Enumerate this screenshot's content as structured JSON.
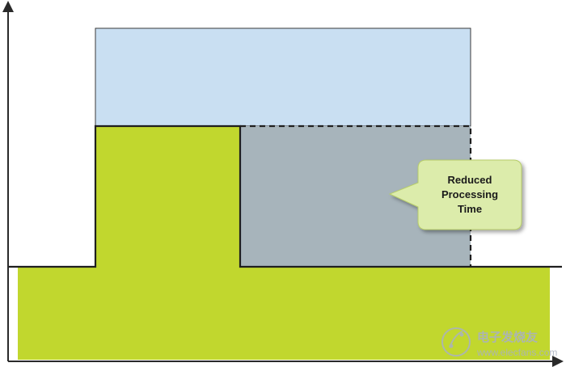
{
  "callout": {
    "line1": "Reduced",
    "line2": "Processing",
    "line3": "Time"
  },
  "watermark": {
    "brand": "电子发烧友",
    "url": "www.elecfans.com"
  },
  "colors": {
    "green": "#c1d72e",
    "light_blue": "#c9dff2",
    "gray": "#a7b4bb",
    "callout_fill": "#dcecab",
    "watermark": "#aab2c0"
  }
}
